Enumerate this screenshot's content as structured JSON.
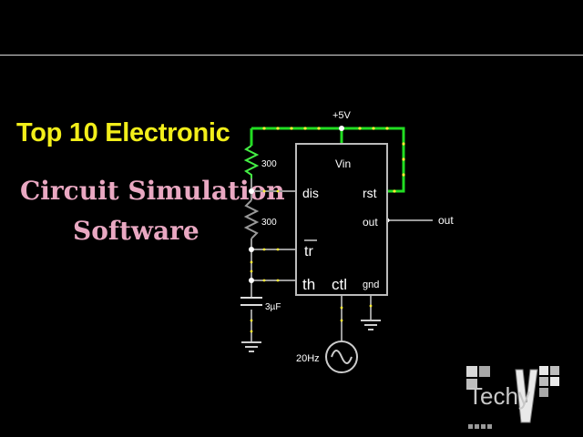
{
  "titles": {
    "line1": "Top 10 Electronic",
    "line2": "Circuit Simulation",
    "line3": "Software"
  },
  "circuit": {
    "supply": "+5V",
    "resistor_1": "300",
    "resistor_2": "300",
    "capacitor": "3µF",
    "source": "20Hz",
    "output": "out",
    "chip_pins": {
      "vin": "Vin",
      "dis": "dis",
      "rst": "rst",
      "out": "out",
      "tr": "tr",
      "th": "th",
      "ctl": "ctl",
      "gnd": "gnd"
    }
  },
  "logo": {
    "text": "Techy",
    "accent": "#e9e9e9"
  },
  "colors": {
    "title_yellow": "#f2ee1a",
    "title_pink": "#e9a8c2",
    "wire_active": "#22dd22",
    "wire_dots": "#ffee33",
    "wire_gray": "#999999"
  }
}
